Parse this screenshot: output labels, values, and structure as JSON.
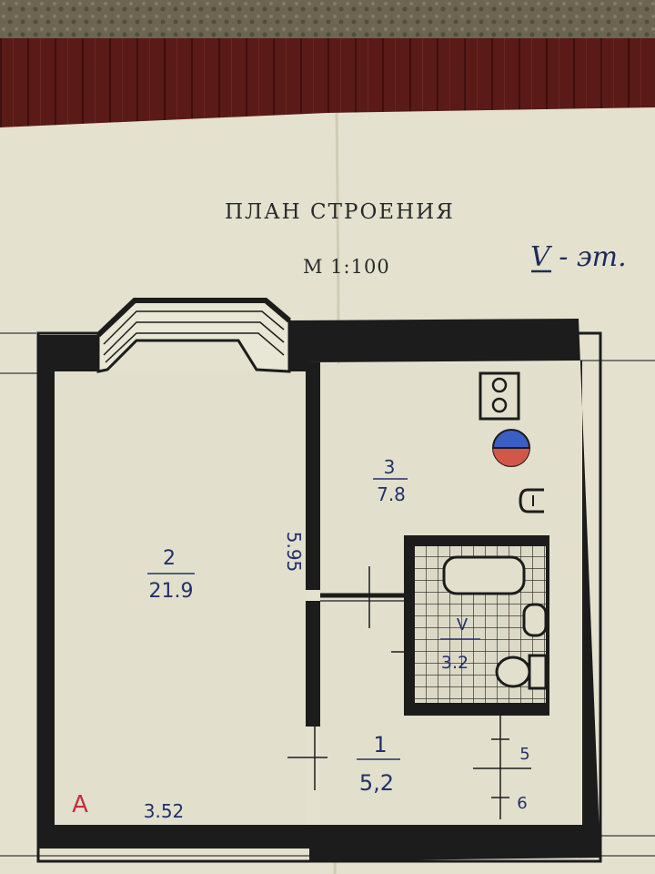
{
  "plan": {
    "title": "ПЛАН   СТРОЕНИЯ",
    "scale": "М 1:100",
    "floor": "V - эт."
  },
  "rooms": [
    {
      "number": "2",
      "area": "21.9",
      "name": "room-2"
    },
    {
      "number": "3",
      "area": "7.8",
      "name": "room-3"
    },
    {
      "number": "V",
      "area": "3.2",
      "name": "room-bathroom"
    },
    {
      "number": "1",
      "area": "5,2",
      "name": "room-1"
    }
  ],
  "dimensions": {
    "room2_length": "5.95",
    "room2_width": "3.52"
  },
  "marks": {
    "corner_letter": "A",
    "door_label_5": "5",
    "door_label_6": "6"
  },
  "colors": {
    "paper": "#e4e2cf",
    "wall": "#1c1c1c",
    "ink_blue": "#23306a",
    "ink_red": "#c0303a",
    "carpet_wood": "#5a1a18",
    "ceiling_marker_red": "#d2564a",
    "ceiling_marker_blue": "#3a5ec2"
  }
}
